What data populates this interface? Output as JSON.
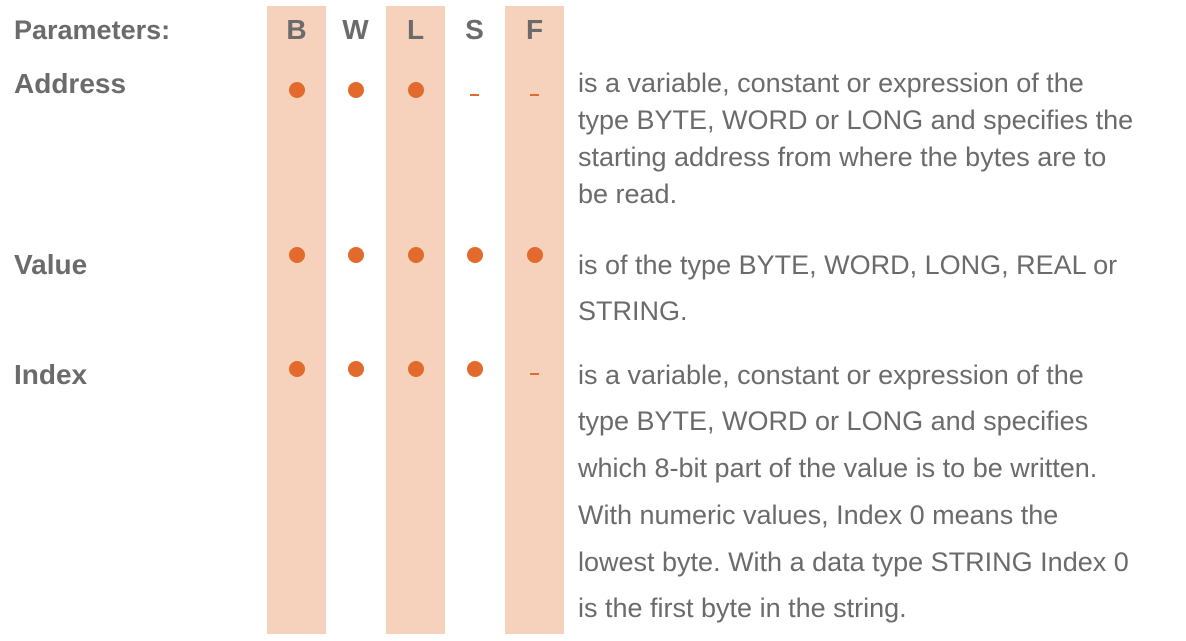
{
  "header": {
    "parameters_label": "Parameters:",
    "columns": [
      "B",
      "W",
      "L",
      "S",
      "F"
    ]
  },
  "rows": [
    {
      "label": "Address",
      "marks": [
        "dot",
        "dot",
        "dot",
        "dash",
        "dash"
      ],
      "description_lines": [
        "is a variable, constant or expression of the",
        "type BYTE, WORD or LONG and specifies the",
        "starting address from where the bytes are to",
        "be read."
      ]
    },
    {
      "label": "Value",
      "marks": [
        "dot",
        "dot",
        "dot",
        "dot",
        "dot"
      ],
      "description_lines": [
        "is of the type BYTE, WORD, LONG, REAL or",
        "STRING."
      ]
    },
    {
      "label": "Index",
      "marks": [
        "dot",
        "dot",
        "dot",
        "dot",
        "dash"
      ],
      "description_lines": [
        "is a variable, constant or expression of the",
        "type BYTE, WORD or LONG and specifies",
        "which 8-bit part of the value is to be written.",
        "With numeric values, Index 0 means the",
        "lowest byte. With a data type STRING Index 0",
        "is the first byte in the string."
      ]
    }
  ],
  "colors": {
    "stripe": "#f6d2bc",
    "mark": "#e26a2c",
    "text": "#6b6b6b"
  }
}
